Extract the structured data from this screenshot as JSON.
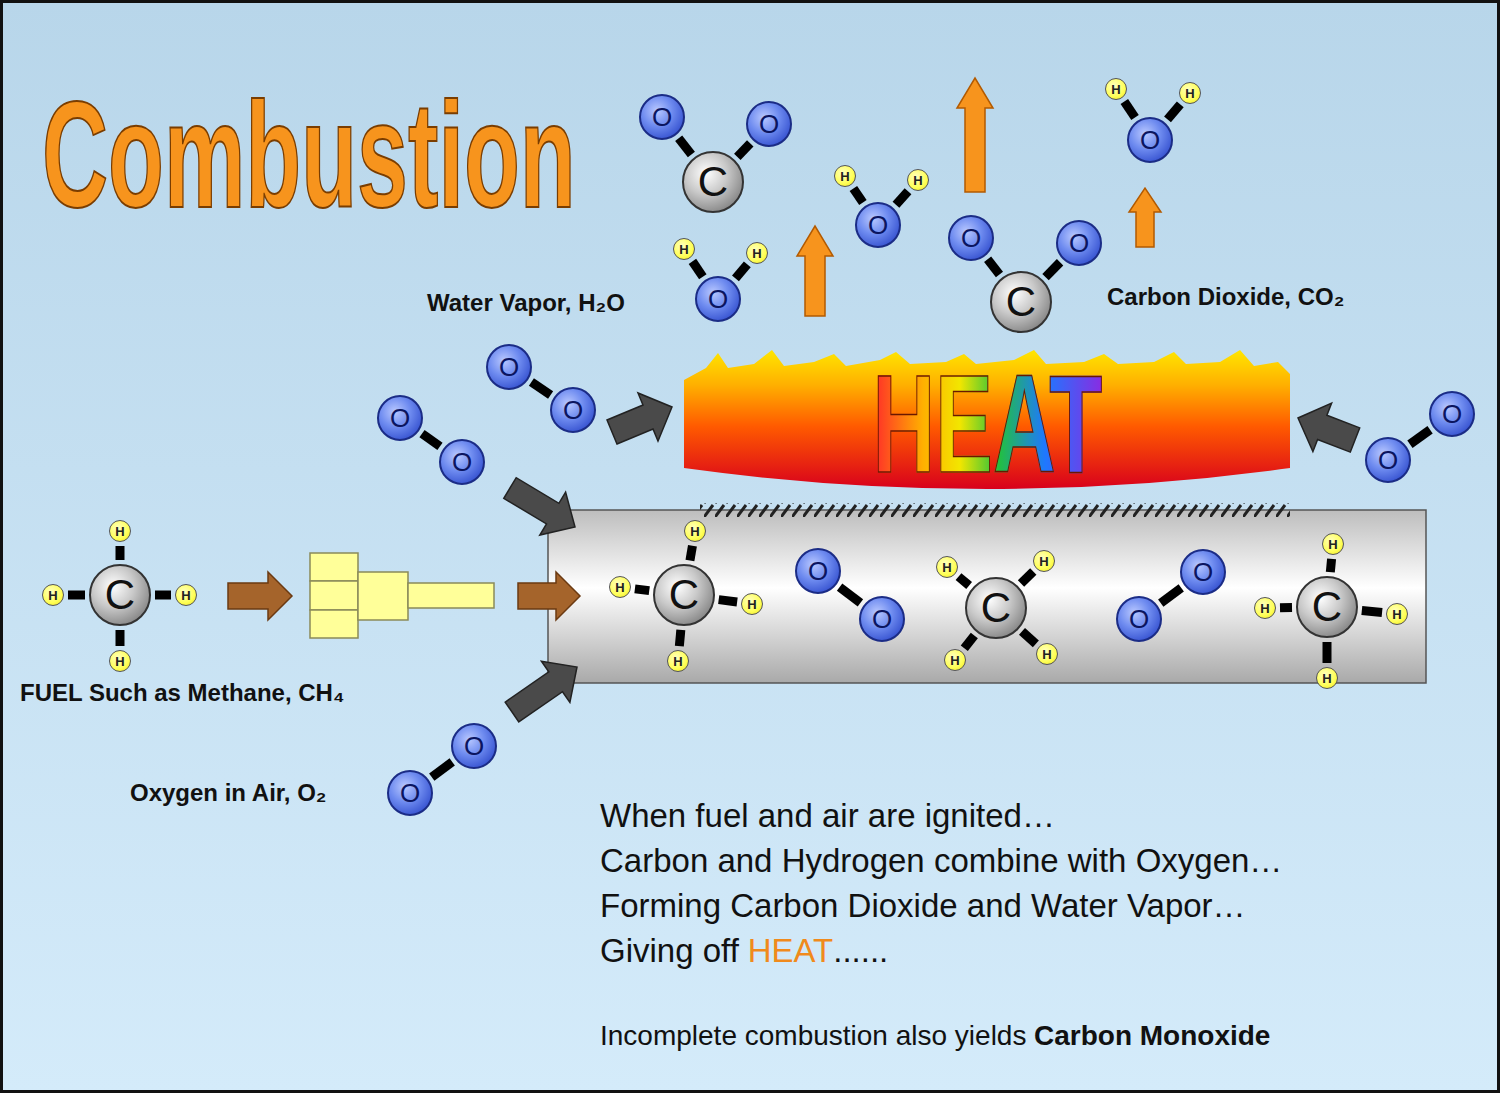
{
  "diagram": {
    "title": "Combustion",
    "nodes": [
      {
        "text": [
          "O"
        ]
      },
      {
        "text": [
          "C"
        ]
      },
      {
        "text": [
          "O"
        ]
      },
      {
        "text": [
          "H"
        ]
      },
      {
        "text": [
          "H"
        ]
      },
      {
        "text": [
          "O"
        ]
      },
      {
        "text": [
          "H"
        ]
      },
      {
        "text": [
          "H"
        ]
      },
      {
        "text": [
          "O"
        ]
      },
      {
        "text": [
          "H"
        ]
      },
      {
        "text": [
          "H"
        ]
      },
      {
        "text": [
          "O"
        ]
      },
      {
        "text": [
          "O"
        ]
      },
      {
        "text": [
          "O"
        ]
      },
      {
        "text": [
          "C"
        ]
      },
      {
        "text": [
          "O"
        ]
      },
      {
        "text": [
          "O"
        ]
      },
      {
        "text": [
          "HEAT"
        ]
      },
      {
        "text": [
          "O"
        ]
      },
      {
        "text": [
          "O"
        ]
      },
      {
        "text": [
          "O"
        ]
      },
      {
        "text": [
          "O"
        ]
      },
      {
        "text": [
          "H"
        ]
      },
      {
        "text": [
          "H"
        ]
      },
      {
        "text": [
          "C"
        ]
      },
      {
        "text": [
          "H"
        ]
      },
      {
        "text": [
          "H"
        ]
      },
      {
        "text": [
          "H"
        ]
      },
      {
        "text": [
          "H"
        ]
      },
      {
        "text": [
          "C"
        ]
      },
      {
        "text": [
          "H"
        ]
      },
      {
        "text": [
          "H"
        ]
      },
      {
        "text": [
          "O"
        ]
      },
      {
        "text": [
          "O"
        ]
      },
      {
        "text": [
          "H"
        ]
      },
      {
        "text": [
          "H"
        ]
      },
      {
        "text": [
          "C"
        ]
      },
      {
        "text": [
          "H"
        ]
      },
      {
        "text": [
          "H"
        ]
      },
      {
        "text": [
          "O"
        ]
      },
      {
        "text": [
          "O"
        ]
      },
      {
        "text": [
          "H"
        ]
      },
      {
        "text": [
          "H"
        ]
      },
      {
        "text": [
          "C"
        ]
      },
      {
        "text": [
          "H"
        ]
      },
      {
        "text": [
          "H"
        ]
      },
      {
        "text": [
          "O"
        ]
      },
      {
        "text": [
          "O"
        ]
      }
    ],
    "edges": [
      {
        "from": 0,
        "to": 1,
        "arrow": "none"
      },
      {
        "from": 1,
        "to": 2,
        "arrow": "none"
      },
      {
        "from": 3,
        "to": 5,
        "arrow": "none"
      },
      {
        "from": 4,
        "to": 5,
        "arrow": "none"
      },
      {
        "from": 6,
        "to": 8,
        "arrow": "none"
      },
      {
        "from": 7,
        "to": 8,
        "arrow": "none"
      },
      {
        "from": 9,
        "to": 11,
        "arrow": "none"
      },
      {
        "from": 10,
        "to": 11,
        "arrow": "none"
      },
      {
        "from": 12,
        "to": 14,
        "arrow": "none"
      },
      {
        "from": 13,
        "to": 14,
        "arrow": "none"
      },
      {
        "from": 15,
        "to": 16,
        "arrow": "none"
      },
      {
        "from": 18,
        "to": 19,
        "arrow": "none"
      },
      {
        "from": 20,
        "to": 21,
        "arrow": "none"
      },
      {
        "from": 24,
        "to": 22,
        "arrow": "none"
      },
      {
        "from": 24,
        "to": 23,
        "arrow": "none"
      },
      {
        "from": 24,
        "to": 25,
        "arrow": "none"
      },
      {
        "from": 24,
        "to": 26,
        "arrow": "none"
      },
      {
        "from": 29,
        "to": 27,
        "arrow": "none"
      },
      {
        "from": 29,
        "to": 28,
        "arrow": "none"
      },
      {
        "from": 29,
        "to": 30,
        "arrow": "none"
      },
      {
        "from": 29,
        "to": 31,
        "arrow": "none"
      },
      {
        "from": 32,
        "to": 33,
        "arrow": "none"
      },
      {
        "from": 36,
        "to": 34,
        "arrow": "none"
      },
      {
        "from": 36,
        "to": 35,
        "arrow": "none"
      },
      {
        "from": 36,
        "to": 37,
        "arrow": "none"
      },
      {
        "from": 36,
        "to": 38,
        "arrow": "none"
      },
      {
        "from": 39,
        "to": 40,
        "arrow": "none"
      },
      {
        "from": 43,
        "to": 41,
        "arrow": "none"
      },
      {
        "from": 43,
        "to": 42,
        "arrow": "none"
      },
      {
        "from": 43,
        "to": 44,
        "arrow": "none"
      },
      {
        "from": 43,
        "to": 45,
        "arrow": "none"
      },
      {
        "from": 46,
        "to": 47,
        "arrow": "none"
      }
    ],
    "labels": [
      "Water Vapor, H₂O",
      "Carbon Dioxide, CO₂",
      "FUEL Such as Methane, CH₄",
      "Oxygen in Air, O₂",
      "When fuel and air are ignited…",
      "Carbon and Hydrogen combine with Oxygen…",
      "Forming Carbon Dioxide and Water Vapor…",
      "Giving off",
      "HEAT",
      "......",
      "Incomplete combustion also yields",
      "Carbon Monoxide"
    ]
  }
}
